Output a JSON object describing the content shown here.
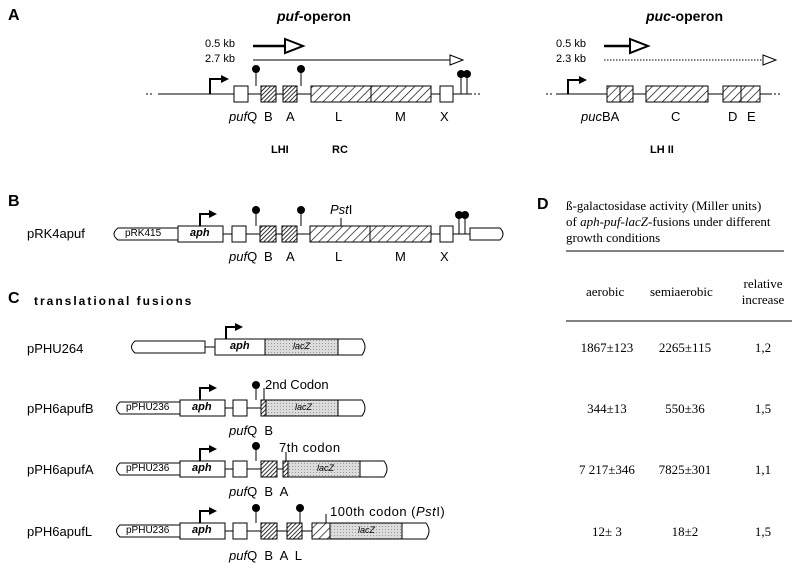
{
  "panels": {
    "a": "A",
    "b": "B",
    "c": "C",
    "d": "D"
  },
  "puf": {
    "title_italic": "puf",
    "title_rest": "-operon",
    "kb_short": "0.5 kb",
    "kb_long": "2.7 kb",
    "genes": {
      "q_it": "puf",
      "q": "Q",
      "b": "B",
      "a": "A",
      "l": "L",
      "m": "M",
      "x": "X"
    },
    "complex_lh1": "LHI",
    "complex_rc": "RC"
  },
  "puc": {
    "title_italic": "puc",
    "title_rest": "-operon",
    "kb_short": "0.5 kb",
    "kb_long": "2.3 kb",
    "genes": {
      "ba_it": "puc",
      "ba": "BA",
      "c": "C",
      "d": "D",
      "e": "E"
    },
    "complex": "LH II"
  },
  "plasmid_b": {
    "name": "pRK4apuf",
    "vector": "pRK415",
    "aph": "aph",
    "pst_it": "Pst",
    "pst_rest": "I",
    "genes": {
      "q_it": "puf",
      "q": "Q",
      "b": "B",
      "a": "A",
      "l": "L",
      "m": "M",
      "x": "X"
    }
  },
  "fusions": {
    "heading": "translational fusions",
    "rows": [
      {
        "name": "pPHU264",
        "aph": "aph",
        "lacz": "lacZ"
      },
      {
        "name": "pPH6apufB",
        "vector": "pPHU236",
        "aph": "aph",
        "lacz": "lacZ",
        "annot": "2nd Codon",
        "gene_it": "puf",
        "genes": "Q  B"
      },
      {
        "name": "pPH6apufA",
        "vector": "pPHU236",
        "aph": "aph",
        "lacz": "lacZ",
        "annot": "7th codon",
        "gene_it": "puf",
        "genes": "Q  B  A"
      },
      {
        "name": "pPH6apufL",
        "vector": "pPHU236",
        "aph": "aph",
        "lacz": "lacZ",
        "annot_pre": "100th codon (",
        "annot_it": "Pst",
        "annot_post": "I)",
        "gene_it": "puf",
        "genes": "Q  B  A  L"
      }
    ]
  },
  "table": {
    "caption_line1": "ß-galactosidase activity (Miller units)",
    "caption_line2_it": "aph-puf-lacZ",
    "caption_line2_rest": "-fusions under different",
    "caption_line3": "growth conditions",
    "headers": {
      "aerobic": "aerobic",
      "semiaerobic": "semiaerobic",
      "relative": "relative",
      "increase": "increase"
    },
    "rows": [
      {
        "aerobic": "1867±123",
        "semiaerobic": "2265±115",
        "relative": "1,2"
      },
      {
        "aerobic": "344±13",
        "semiaerobic": "550±36",
        "relative": "1,5"
      },
      {
        "aerobic": "7 217±346",
        "semiaerobic": "7825±301",
        "relative": "1,1"
      },
      {
        "aerobic": "12± 3",
        "semiaerobic": "18±2",
        "relative": "1,5"
      }
    ]
  },
  "colors": {
    "ink": "#000000",
    "lacz_fill": "#d8d8d8"
  }
}
